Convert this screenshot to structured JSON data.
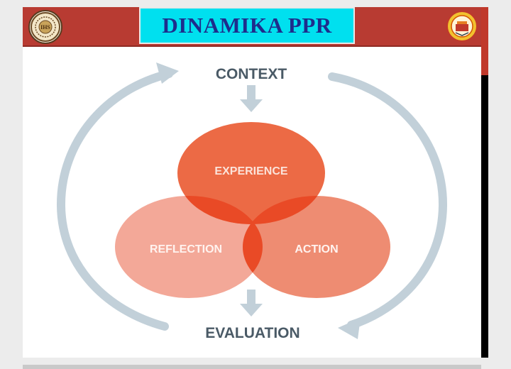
{
  "header": {
    "title": "DINAMIKA PPR",
    "left_logo_icon": "ihs-seal-logo-icon",
    "left_logo_text": "IHS",
    "right_logo_icon": "school-emblem-logo-icon"
  },
  "diagram": {
    "top_label": "CONTEXT",
    "bottom_label": "EVALUATION",
    "circles": {
      "experience": "EXPERIENCE",
      "reflection": "REFLECTION",
      "action": "ACTION"
    }
  },
  "colors": {
    "header_red": "#b83b32",
    "title_bg": "#00e0ef",
    "title_text": "#1e2d8c",
    "arrow_gray": "#c2d0d9",
    "label_gray": "#4a5a66",
    "experience": "#ec6a45",
    "reflection": "#f3a898",
    "action": "#ee8c72",
    "overlap": "#e94a26"
  }
}
